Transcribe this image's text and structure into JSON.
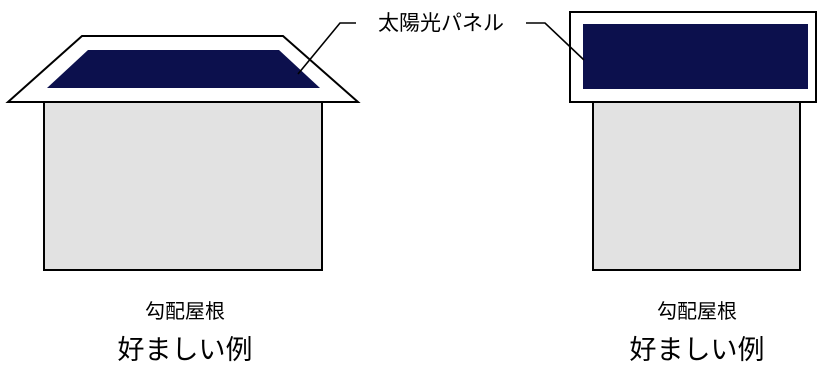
{
  "label": "太陽光パネル",
  "houses": [
    {
      "roof_type": "勾配屋根",
      "verdict": "好ましい例"
    },
    {
      "roof_type": "勾配屋根",
      "verdict": "好ましい例"
    }
  ],
  "colors": {
    "panel": "#0c104d",
    "wall": "#e2e2e2",
    "roof": "#ffffff",
    "outline": "#000000"
  }
}
